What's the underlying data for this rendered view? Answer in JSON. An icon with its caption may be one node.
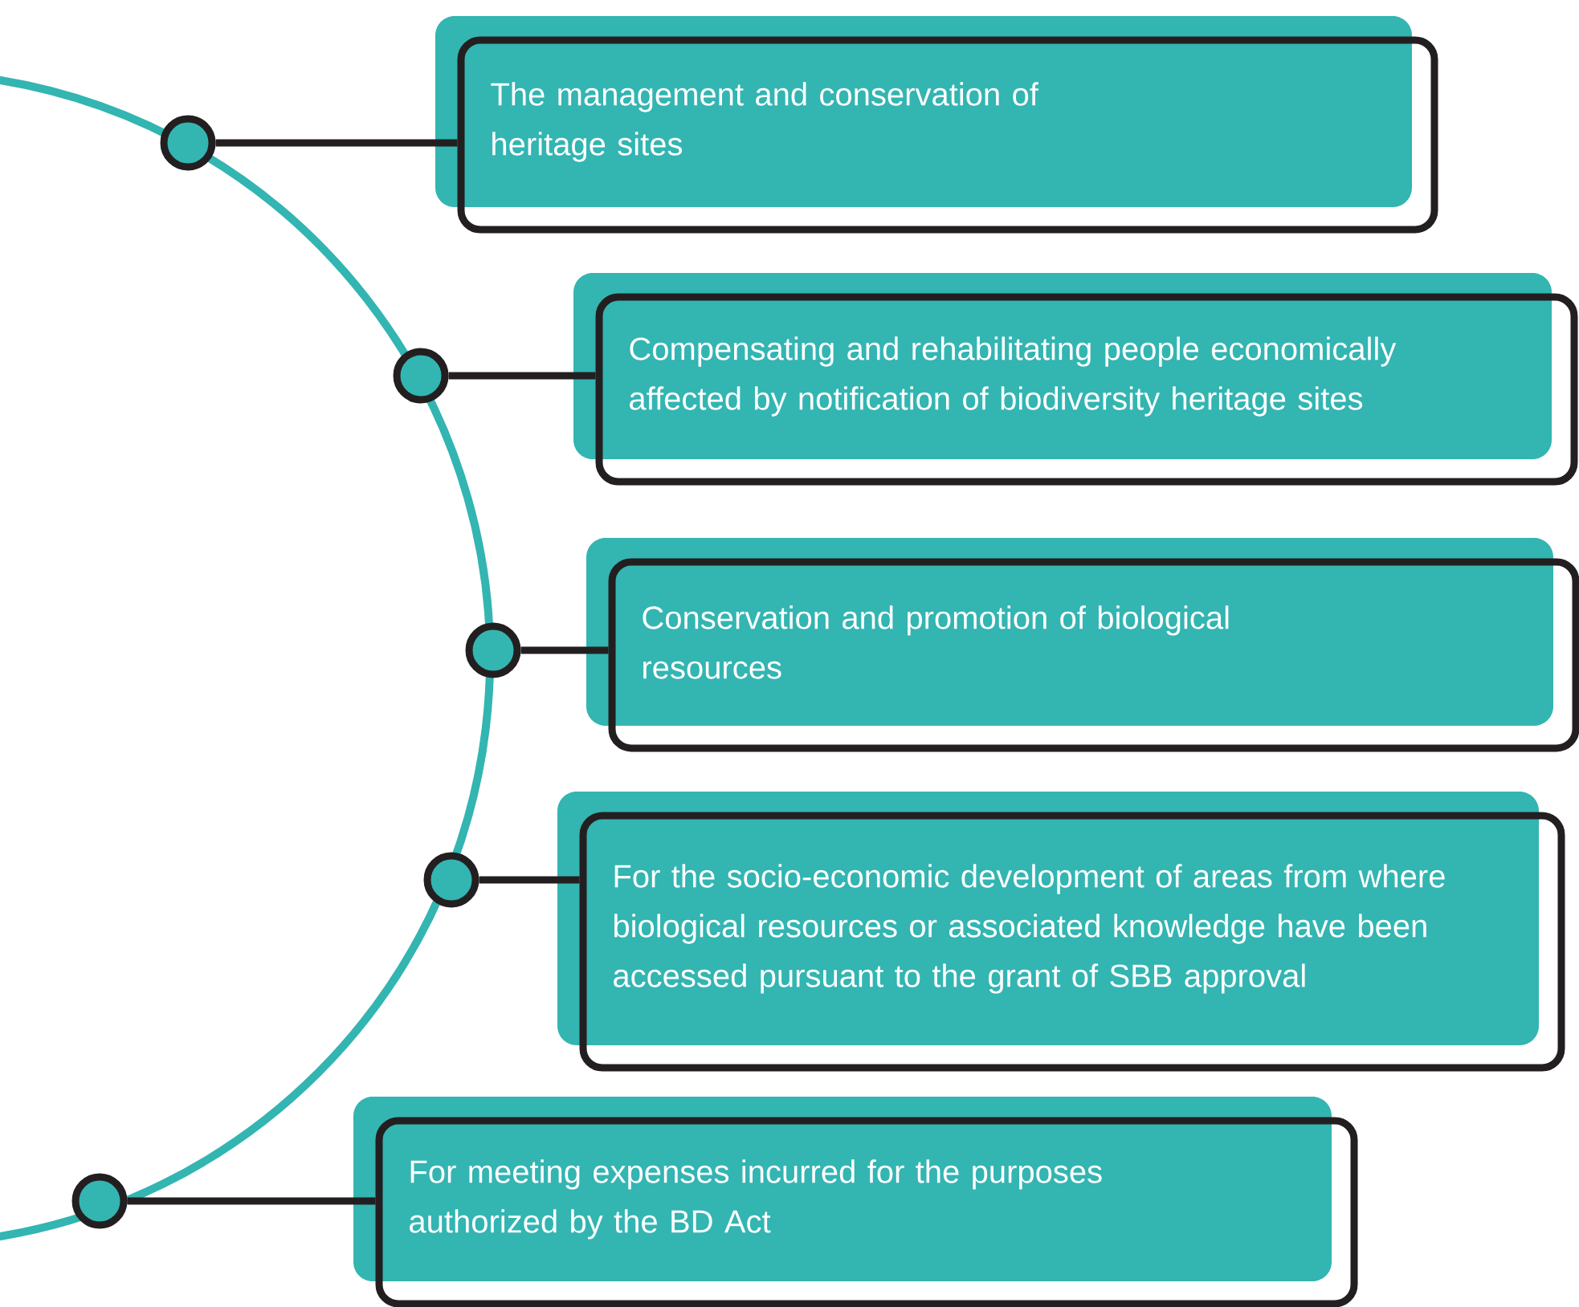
{
  "diagram": {
    "nodes": [
      {
        "text": [
          "The management and conservation of heritage sites"
        ]
      },
      {
        "text": [
          "Compensating and rehabilitating people economically affected by notification of biodiversity heritage sites"
        ]
      },
      {
        "text": [
          "Conservation and promotion of biological resources"
        ]
      },
      {
        "text": [
          "For the socio-economic development of areas from where biological resources or associated knowledge have been accessed pursuant to the grant of SBB approval"
        ]
      },
      {
        "text": [
          "For meeting expenses incurred for the purposes authorized by the BD Act"
        ]
      },
      {
        "text": [],
        "shape": "circle"
      },
      {
        "text": [],
        "shape": "circle"
      },
      {
        "text": [],
        "shape": "circle"
      },
      {
        "text": [],
        "shape": "circle"
      },
      {
        "text": [],
        "shape": "circle"
      }
    ],
    "edges": [
      {
        "from": 5,
        "to": 0,
        "arrow": "none"
      },
      {
        "from": 6,
        "to": 1,
        "arrow": "none"
      },
      {
        "from": 7,
        "to": 2,
        "arrow": "none"
      },
      {
        "from": 8,
        "to": 3,
        "arrow": "none"
      },
      {
        "from": 9,
        "to": 4,
        "arrow": "none"
      }
    ]
  }
}
